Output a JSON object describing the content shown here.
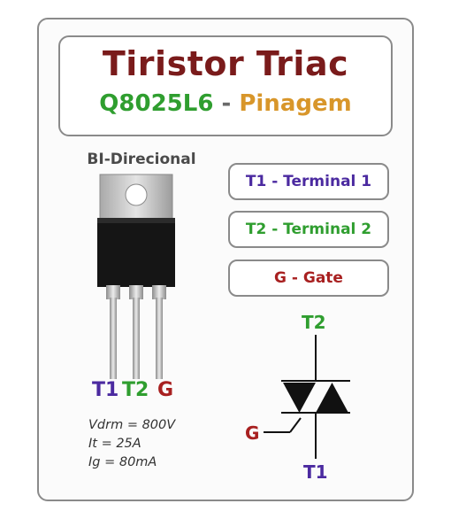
{
  "title": {
    "main": "Tiristor Triac",
    "model": "Q8025L6",
    "separator": "-",
    "subtitle": "Pinagem"
  },
  "package_label": "BI-Direcional",
  "legend": [
    {
      "label": "T1 - Terminal 1",
      "color": "#4b2aa0"
    },
    {
      "label": "T2 - Terminal 2",
      "color": "#2f9e2f"
    },
    {
      "label": "G - Gate",
      "color": "#a82020"
    }
  ],
  "pins": {
    "t1": "T1",
    "t2": "T2",
    "g": "G"
  },
  "specs": [
    "Vdrm = 800V",
    "It = 25A",
    "Ig = 80mA"
  ],
  "symbol": {
    "top": "T2",
    "gate": "G",
    "bottom": "T1"
  },
  "colors": {
    "title": "#7a1b1b",
    "model": "#2f9e2f",
    "subtitle": "#d8962a",
    "t1": "#4b2aa0",
    "t2": "#2f9e2f",
    "gate": "#a82020"
  }
}
